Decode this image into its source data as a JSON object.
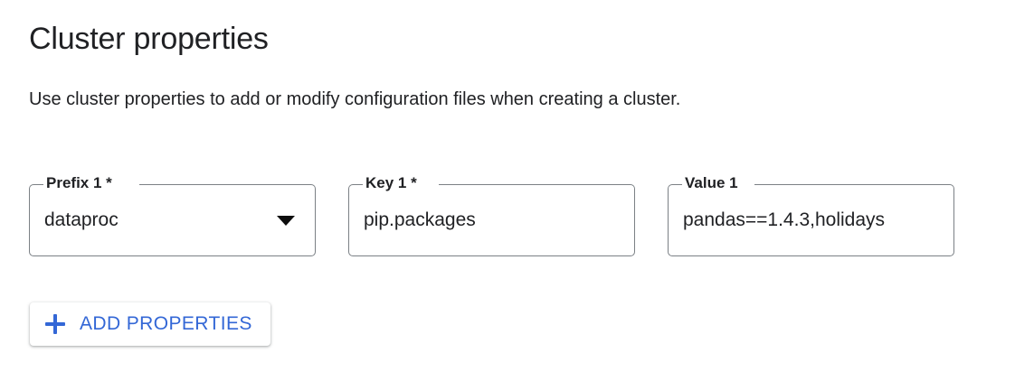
{
  "header": {
    "title": "Cluster properties",
    "description": "Use cluster properties to add or modify configuration files when creating a cluster."
  },
  "form": {
    "fields": [
      {
        "name": "prefix",
        "label": "Prefix 1 *",
        "value": "dataproc",
        "control": "select",
        "icon": "chevron-down-icon"
      },
      {
        "name": "key",
        "label": "Key 1 *",
        "value": "pip.packages",
        "control": "text"
      },
      {
        "name": "value",
        "label": "Value 1",
        "value": "pandas==1.4.3,holidays",
        "control": "text"
      }
    ]
  },
  "actions": {
    "add_properties_label": "ADD PROPERTIES",
    "add_properties_icon": "plus-icon"
  },
  "colors": {
    "accent_blue": "#3367d6",
    "text_primary": "#202124",
    "field_border": "#7b8085",
    "background": "#ffffff"
  }
}
